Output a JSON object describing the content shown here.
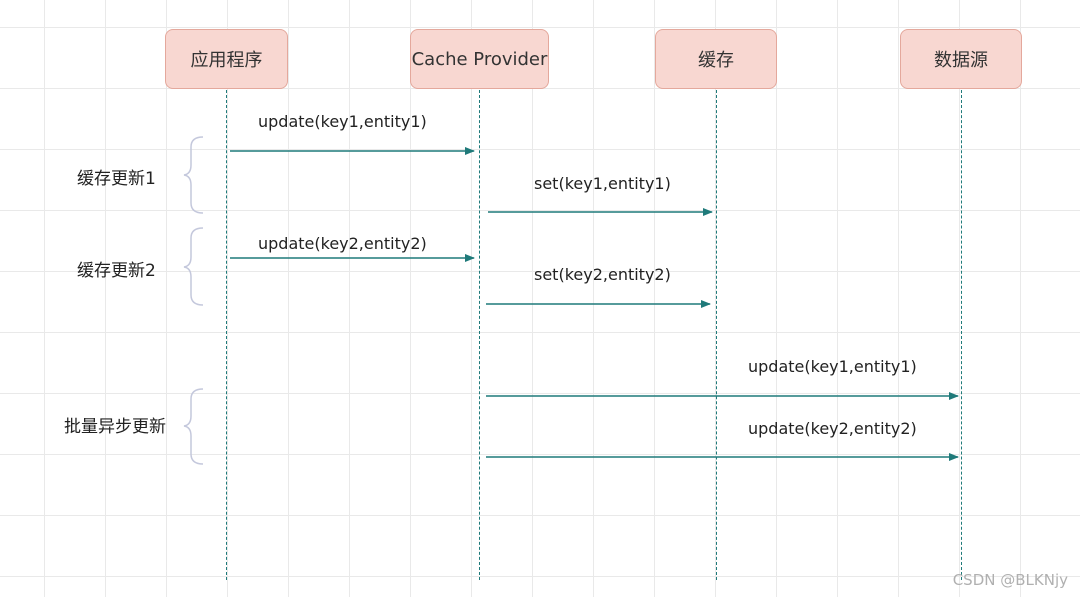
{
  "participants": [
    "应用程序",
    "Cache Provider",
    "缓存",
    "数据源"
  ],
  "messages": [
    "update(key1,entity1)",
    "set(key1,entity1)",
    "update(key2,entity2)",
    "set(key2,entity2)",
    "update(key1,entity1)",
    "update(key2,entity2)"
  ],
  "groups": [
    "缓存更新1",
    "缓存更新2",
    "批量异步更新"
  ],
  "watermark": "CSDN @BLKNjy",
  "colors": {
    "box_fill": "#f8d7d1",
    "box_border": "#e4a89c",
    "line": "#1f7a7a"
  }
}
